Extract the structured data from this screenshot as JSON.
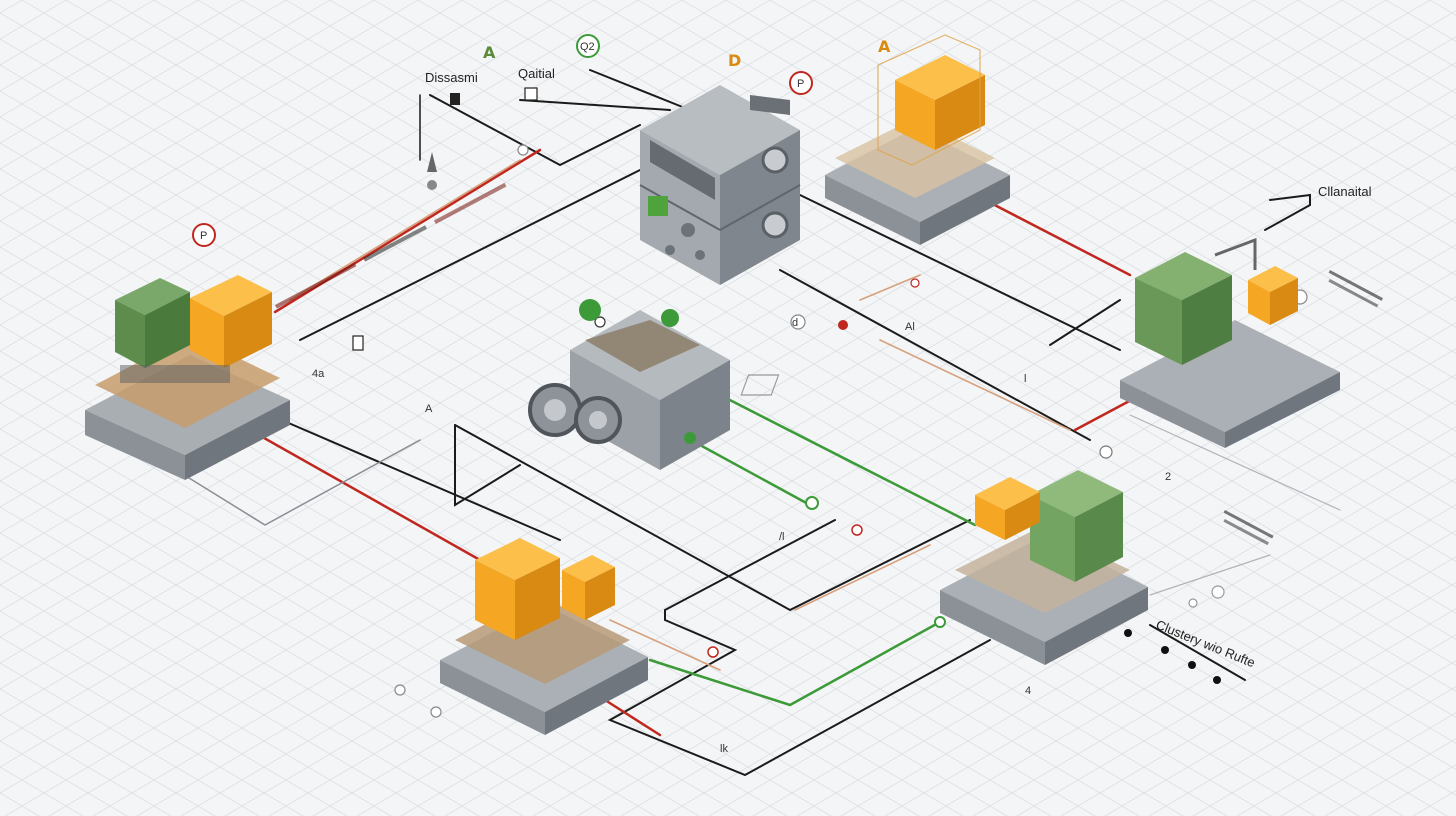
{
  "colors": {
    "background": "#f4f5f6",
    "grid": "#d9dde1",
    "wire_black": "#1b1b1b",
    "wire_red": "#c0281f",
    "wire_green": "#3c9a38",
    "wire_tan": "#d6a07c",
    "module_orange": "#f5a623",
    "module_green": "#6f9e5a",
    "base_grey": "#8e949b",
    "cabinet_grey": "#9aa0a6"
  },
  "labels": {
    "top_left_1": "Dissasmi",
    "top_left_letter": "A",
    "top_left_2": "Qaitial",
    "top_badge": "Q2",
    "top_d": "D",
    "top_p": "P",
    "top_a": "A",
    "left_p": "P",
    "right_top": "Cllanaital",
    "bottom_right": "Clustery wio Rufte"
  },
  "icons": {
    "markers": [
      "circle-marker-icon",
      "arrow-marker-icon"
    ]
  }
}
